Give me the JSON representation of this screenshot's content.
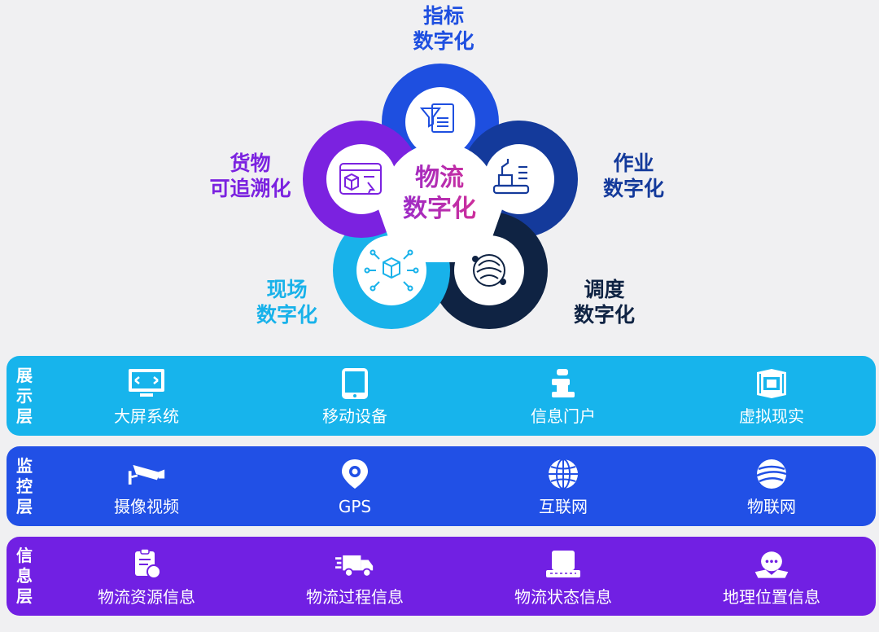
{
  "center": {
    "line1": "物流",
    "line2": "数字化"
  },
  "petals": [
    {
      "line1": "指标",
      "line2": "数字化",
      "color": "#1e4fe0"
    },
    {
      "line1": "作业",
      "line2": "数字化",
      "color": "#143a9b"
    },
    {
      "line1": "调度",
      "line2": "数字化",
      "color": "#0f2343"
    },
    {
      "line1": "现场",
      "line2": "数字化",
      "color": "#18b2ea"
    },
    {
      "line1": "货物",
      "line2": "可追溯化",
      "color": "#7b22e0"
    }
  ],
  "layers": [
    {
      "title_chars": [
        "展",
        "示",
        "层"
      ],
      "color": "#17b4ec",
      "items": [
        {
          "label": "大屏系统",
          "icon": "monitor-icon"
        },
        {
          "label": "移动设备",
          "icon": "tablet-icon"
        },
        {
          "label": "信息门户",
          "icon": "info-icon"
        },
        {
          "label": "虚拟现实",
          "icon": "vr-cube-icon"
        }
      ]
    },
    {
      "title_chars": [
        "监",
        "控",
        "层"
      ],
      "color": "#2150e6",
      "items": [
        {
          "label": "摄像视频",
          "icon": "camera-icon"
        },
        {
          "label": "GPS",
          "icon": "location-pin-icon"
        },
        {
          "label": "互联网",
          "icon": "globe-icon"
        },
        {
          "label": "物联网",
          "icon": "planet-icon"
        }
      ]
    },
    {
      "title_chars": [
        "信",
        "息",
        "层"
      ],
      "color": "#7120e3",
      "items": [
        {
          "label": "物流资源信息",
          "icon": "document-user-icon"
        },
        {
          "label": "物流过程信息",
          "icon": "delivery-truck-icon"
        },
        {
          "label": "物流状态信息",
          "icon": "status-box-icon"
        },
        {
          "label": "地理位置信息",
          "icon": "map-bubble-icon"
        }
      ]
    }
  ]
}
